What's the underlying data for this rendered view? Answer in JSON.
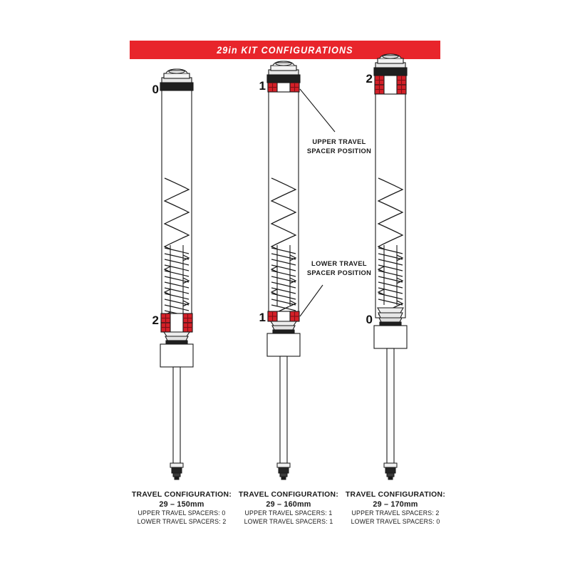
{
  "banner": {
    "title": "29in KIT CONFIGURATIONS",
    "color": "#e8252b"
  },
  "colors": {
    "spacer_red": "#d42028",
    "outline": "#1a1a1a",
    "metal_light": "#f2f2f2",
    "metal_dark": "#2b2b2b"
  },
  "callouts": [
    {
      "id": "upper-travel-spacer-position",
      "line1": "UPPER TRAVEL",
      "line2": "SPACER POSITION"
    },
    {
      "id": "lower-travel-spacer-position",
      "line1": "LOWER TRAVEL",
      "line2": "SPACER POSITION"
    }
  ],
  "forks": [
    {
      "id": "fork-150mm",
      "upper_label": "0",
      "lower_label": "2",
      "upper_spacers": 0,
      "lower_spacers": 2,
      "caption": {
        "title": "TRAVEL CONFIGURATION:",
        "travel": "29 – 150mm",
        "upper": "UPPER TRAVEL SPACERS: 0",
        "lower": "LOWER TRAVEL SPACERS: 2"
      }
    },
    {
      "id": "fork-160mm",
      "upper_label": "1",
      "lower_label": "1",
      "upper_spacers": 1,
      "lower_spacers": 1,
      "caption": {
        "title": "TRAVEL CONFIGURATION:",
        "travel": "29 – 160mm",
        "upper": "UPPER TRAVEL SPACERS: 1",
        "lower": "LOWER TRAVEL SPACERS: 1"
      }
    },
    {
      "id": "fork-170mm",
      "upper_label": "2",
      "lower_label": "0",
      "upper_spacers": 2,
      "lower_spacers": 0,
      "caption": {
        "title": "TRAVEL CONFIGURATION:",
        "travel": "29 – 170mm",
        "upper": "UPPER TRAVEL SPACERS: 2",
        "lower": "LOWER TRAVEL SPACERS: 0"
      }
    }
  ]
}
